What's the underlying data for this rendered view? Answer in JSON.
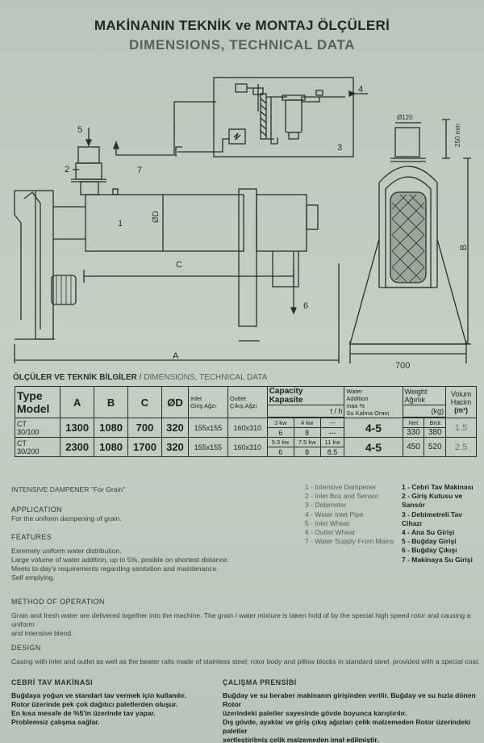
{
  "title_tr": "MAKİNANIN TEKNİK ve MONTAJ ÖLÇÜLERİ",
  "title_en": "DIMENSIONS, TECHNICAL DATA",
  "drawing": {
    "labels": {
      "n1": "1",
      "n2": "2",
      "n3": "3",
      "n4": "4",
      "n5": "5",
      "n6": "6",
      "n7": "7",
      "d": "ØD",
      "a": "A",
      "b": "B",
      "c": "C",
      "w700": "700",
      "d120": "Ø120",
      "h250": "250 mm"
    }
  },
  "table_heading": {
    "tr": "ÖLÇÜLER VE TEKNİK BİLGİLER",
    "sep": " / ",
    "en": "DIMENSIONS, TECHNICAL DATA"
  },
  "table": {
    "type_label": "Type",
    "model_label": "Model",
    "cols": {
      "a": "A",
      "b": "B",
      "c": "C",
      "d": "ØD"
    },
    "inlet": {
      "en": "Inlet",
      "tr": "Giriş Ağzı"
    },
    "outlet": {
      "en": "Outlet",
      "tr": "Çıkış Ağzı"
    },
    "capacity": {
      "en": "Capacity",
      "tr": "Kapasite",
      "unit": "t / h"
    },
    "water": {
      "l1": "Water",
      "l2": "Addition",
      "l3": "max %",
      "l4": "Su Kalma Oranı"
    },
    "weight": {
      "en": "Weight",
      "tr": "Ağırlık",
      "unit": "(kg)",
      "net": "Net",
      "brut": "Brüt"
    },
    "volume": {
      "en": "Volum",
      "tr": "Hacim",
      "unit": "(m³)"
    },
    "rows": [
      {
        "model_l1": "CT",
        "model_l2": "30/100",
        "a": "1300",
        "b": "1080",
        "c": "700",
        "d": "320",
        "inlet": "155x155",
        "outlet": "160x310",
        "kw1": "3 kw",
        "kw2": "4 kw",
        "kw3": "---",
        "cap1": "6",
        "cap2": "8",
        "cap3": "---",
        "water": "4-5",
        "net": "330",
        "brut": "380",
        "vol": "1.5"
      },
      {
        "model_l1": "CT",
        "model_l2": "30/200",
        "a": "2300",
        "b": "1080",
        "c": "1700",
        "d": "320",
        "inlet": "155x155",
        "outlet": "160x310",
        "kw1": "5.5 kw",
        "kw2": "7.5 kw",
        "kw3": "11 kw",
        "cap1": "6",
        "cap2": "8",
        "cap3": "8.5",
        "water": "4-5",
        "net": "450",
        "brut": "520",
        "vol": "2.5"
      }
    ]
  },
  "product_name": "INTENSIVE DAMPENER \"For Grain\"",
  "legend_en": [
    "1 - Intensive Dampener",
    "2 - Inlet Box and Sensor",
    "3 - Debimeter",
    "4 - Water Inlet Pipe",
    "5 - Inlet Wheat",
    "6 - Outlet Wheat",
    "7 - Water Supply From Mains"
  ],
  "legend_tr": [
    "1 - Cebri Tav Makinası",
    "2 - Giriş Kutusu ve Sansör",
    "3 - Debimetreli Tav Cihazı",
    "4 - Ana Su Girişi",
    "5 - Buğday Girişi",
    "6 - Buğday Çıkışı",
    "7 - Makinaya Su Girişi"
  ],
  "application": {
    "heading": "APPLICATION",
    "text": "For the uniform dampening of grain."
  },
  "features": {
    "heading": "FEATURES",
    "lines": [
      "Exremely uniform water distribution.",
      "Large volume of water addition, up to 5%, posible on shortest distance.",
      "Meets to-day's requirements regarding sanitation and maintenance.",
      "Self emplying."
    ]
  },
  "method": {
    "heading": "METHOD OF OPERATION",
    "lines": [
      "Grain and fresh water are delivered together into the machine. The grain / water mixture is taken hold of by the special high speed rotor and causing a uniform",
      "and intensive blend."
    ]
  },
  "design": {
    "heading": "DESIGN",
    "text": "Casing with inlet and outlet as well as the beater rails made of stainless steel;  rotor body and pillow blocks in standard steel, provided with a special coat."
  },
  "cebri": {
    "heading": "CEBRİ TAV MAKİNASI",
    "lines": [
      "Buğdaya yoğun ve standart tav vermek için kullanılır.",
      "Rotor üzerinde pek çok dağıtıcı paletlerden oluşur.",
      "En kısa mesafe de %5'in üzerinde tav yapar.",
      "Problemsiz çalışma sağlar."
    ]
  },
  "calisma": {
    "heading": "ÇALIŞMA PRENSİBİ",
    "lines": [
      "Buğday ve su beraber makinanın girişinden verilir. Buğday ve su hızla dönen Rotor",
      "üzerindeki paletler sayesinde gövde boyunca karıştırılır.",
      "Dış gövde, ayaklar ve giriş çıkış ağızları çelik malzemeden Rotor üzerindeki paletler",
      "sertleştirilmiş çelik malzemeden imal edilmiştir."
    ]
  }
}
